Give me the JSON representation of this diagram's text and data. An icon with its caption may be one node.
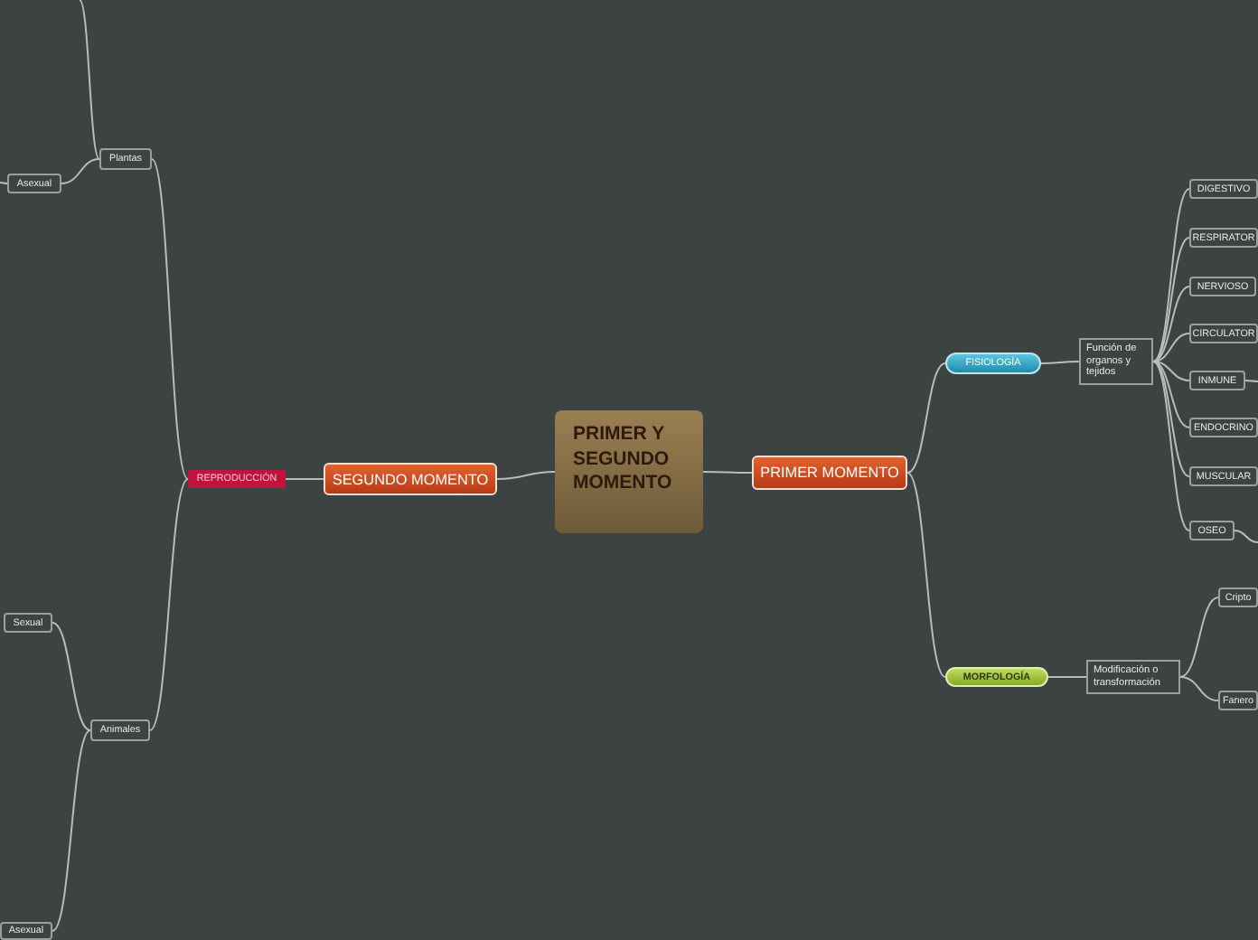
{
  "diagram": {
    "nodes": [
      {
        "text": [
          "PRIMER Y SEGUNDO MOMENTO"
        ]
      },
      {
        "text": [
          "PRIMER MOMENTO"
        ]
      },
      {
        "text": [
          "FISIOLOGÍA"
        ]
      },
      {
        "text": [
          "Función de organos y tejidos"
        ]
      },
      {
        "text": [
          "DIGESTIVO"
        ]
      },
      {
        "text": [
          "RESPIRATOR"
        ]
      },
      {
        "text": [
          "NERVIOSO"
        ]
      },
      {
        "text": [
          "CIRCULATOR"
        ]
      },
      {
        "text": [
          "INMUNE"
        ]
      },
      {
        "text": [
          "ENDOCRINO"
        ]
      },
      {
        "text": [
          "MUSCULAR"
        ]
      },
      {
        "text": [
          "OSEO"
        ]
      },
      {
        "text": [
          "MORFOLOGÍA"
        ]
      },
      {
        "text": [
          "Modificación o transformación"
        ]
      },
      {
        "text": [
          "Cripto"
        ]
      },
      {
        "text": [
          "Fanero"
        ]
      },
      {
        "text": [
          "SEGUNDO MOMENTO"
        ]
      },
      {
        "text": [
          "REPRODUCCIÓN"
        ]
      },
      {
        "text": [
          "Plantas"
        ]
      },
      {
        "text": [
          "Asexual"
        ]
      },
      {
        "text": [
          "Animales"
        ]
      },
      {
        "text": [
          "Sexual"
        ]
      },
      {
        "text": [
          "Asexual"
        ]
      }
    ],
    "edges": [
      {
        "from": 0,
        "to": 1,
        "arrow": "none"
      },
      {
        "from": 1,
        "to": 2,
        "arrow": "none"
      },
      {
        "from": 2,
        "to": 3,
        "arrow": "none"
      },
      {
        "from": 3,
        "to": 4,
        "arrow": "none"
      },
      {
        "from": 3,
        "to": 5,
        "arrow": "none"
      },
      {
        "from": 3,
        "to": 6,
        "arrow": "none"
      },
      {
        "from": 3,
        "to": 7,
        "arrow": "none"
      },
      {
        "from": 3,
        "to": 8,
        "arrow": "none"
      },
      {
        "from": 3,
        "to": 9,
        "arrow": "none"
      },
      {
        "from": 3,
        "to": 10,
        "arrow": "none"
      },
      {
        "from": 3,
        "to": 11,
        "arrow": "none"
      },
      {
        "from": 1,
        "to": 12,
        "arrow": "none"
      },
      {
        "from": 12,
        "to": 13,
        "arrow": "none"
      },
      {
        "from": 13,
        "to": 14,
        "arrow": "none"
      },
      {
        "from": 13,
        "to": 15,
        "arrow": "none"
      },
      {
        "from": 0,
        "to": 16,
        "arrow": "none"
      },
      {
        "from": 16,
        "to": 17,
        "arrow": "none"
      },
      {
        "from": 17,
        "to": 18,
        "arrow": "none"
      },
      {
        "from": 18,
        "to": 19,
        "arrow": "none"
      },
      {
        "from": 17,
        "to": 20,
        "arrow": "none"
      },
      {
        "from": 20,
        "to": 21,
        "arrow": "none"
      },
      {
        "from": 20,
        "to": 22,
        "arrow": "none"
      },
      {
        "from": 18,
        "to": null,
        "arrow": "none"
      },
      {
        "from": 19,
        "to": null,
        "arrow": "none"
      },
      {
        "from": 8,
        "to": null,
        "arrow": "none"
      },
      {
        "from": 11,
        "to": null,
        "arrow": "none"
      }
    ]
  }
}
